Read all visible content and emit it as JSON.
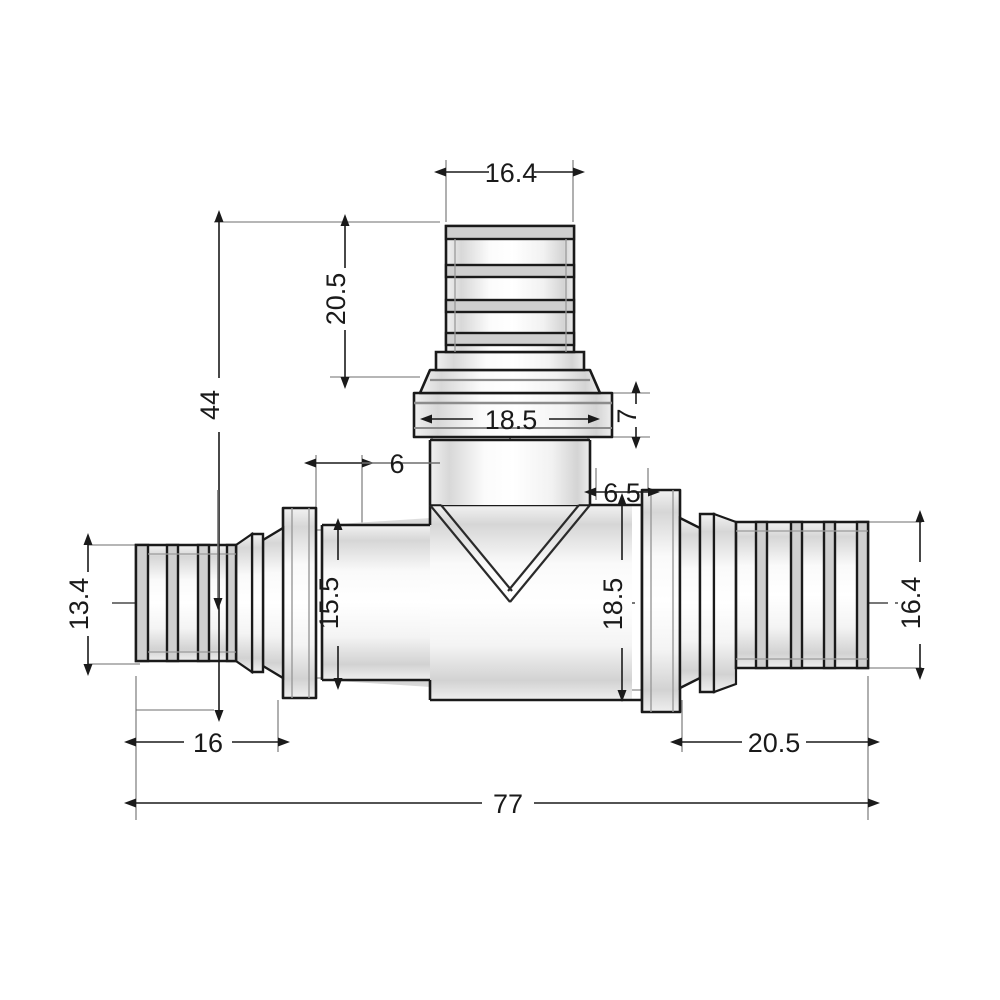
{
  "drawing": {
    "type": "engineering-dimensioned-drawing",
    "subject": "pex-reducing-tee-fitting",
    "units": "mm",
    "background_color": "#ffffff",
    "line_color": "#1a1a1a",
    "shading_color": "#8c8c8c",
    "dimension_line_color": "#3a3a3a",
    "centerline_color": "#4a4a4a"
  },
  "dimensions": {
    "top_branch_barb_diameter": "16.4",
    "top_branch_barb_length": "20.5",
    "overall_height": "44",
    "branch_body_width": "18.5",
    "flange_thickness": "7",
    "left_shoulder_offset": "6",
    "left_barb_diameter": "13.4",
    "left_body_height": "15.5",
    "right_shoulder_width": "6.5",
    "right_body_height": "18.5",
    "left_barb_length": "16",
    "right_barb_length": "20.5",
    "overall_length": "77",
    "right_barb_diameter": "16.4"
  },
  "labels": {
    "d_164_top": "16.4",
    "d_205_vert": "20.5",
    "d_44": "44",
    "d_185_top": "18.5",
    "d_7": "7",
    "d_6": "6",
    "d_134": "13.4",
    "d_155": "15.5",
    "d_65": "6.5",
    "d_185_right": "18.5",
    "d_16": "16",
    "d_205_right": "20.5",
    "d_77": "77",
    "d_164_right": "16.4"
  }
}
